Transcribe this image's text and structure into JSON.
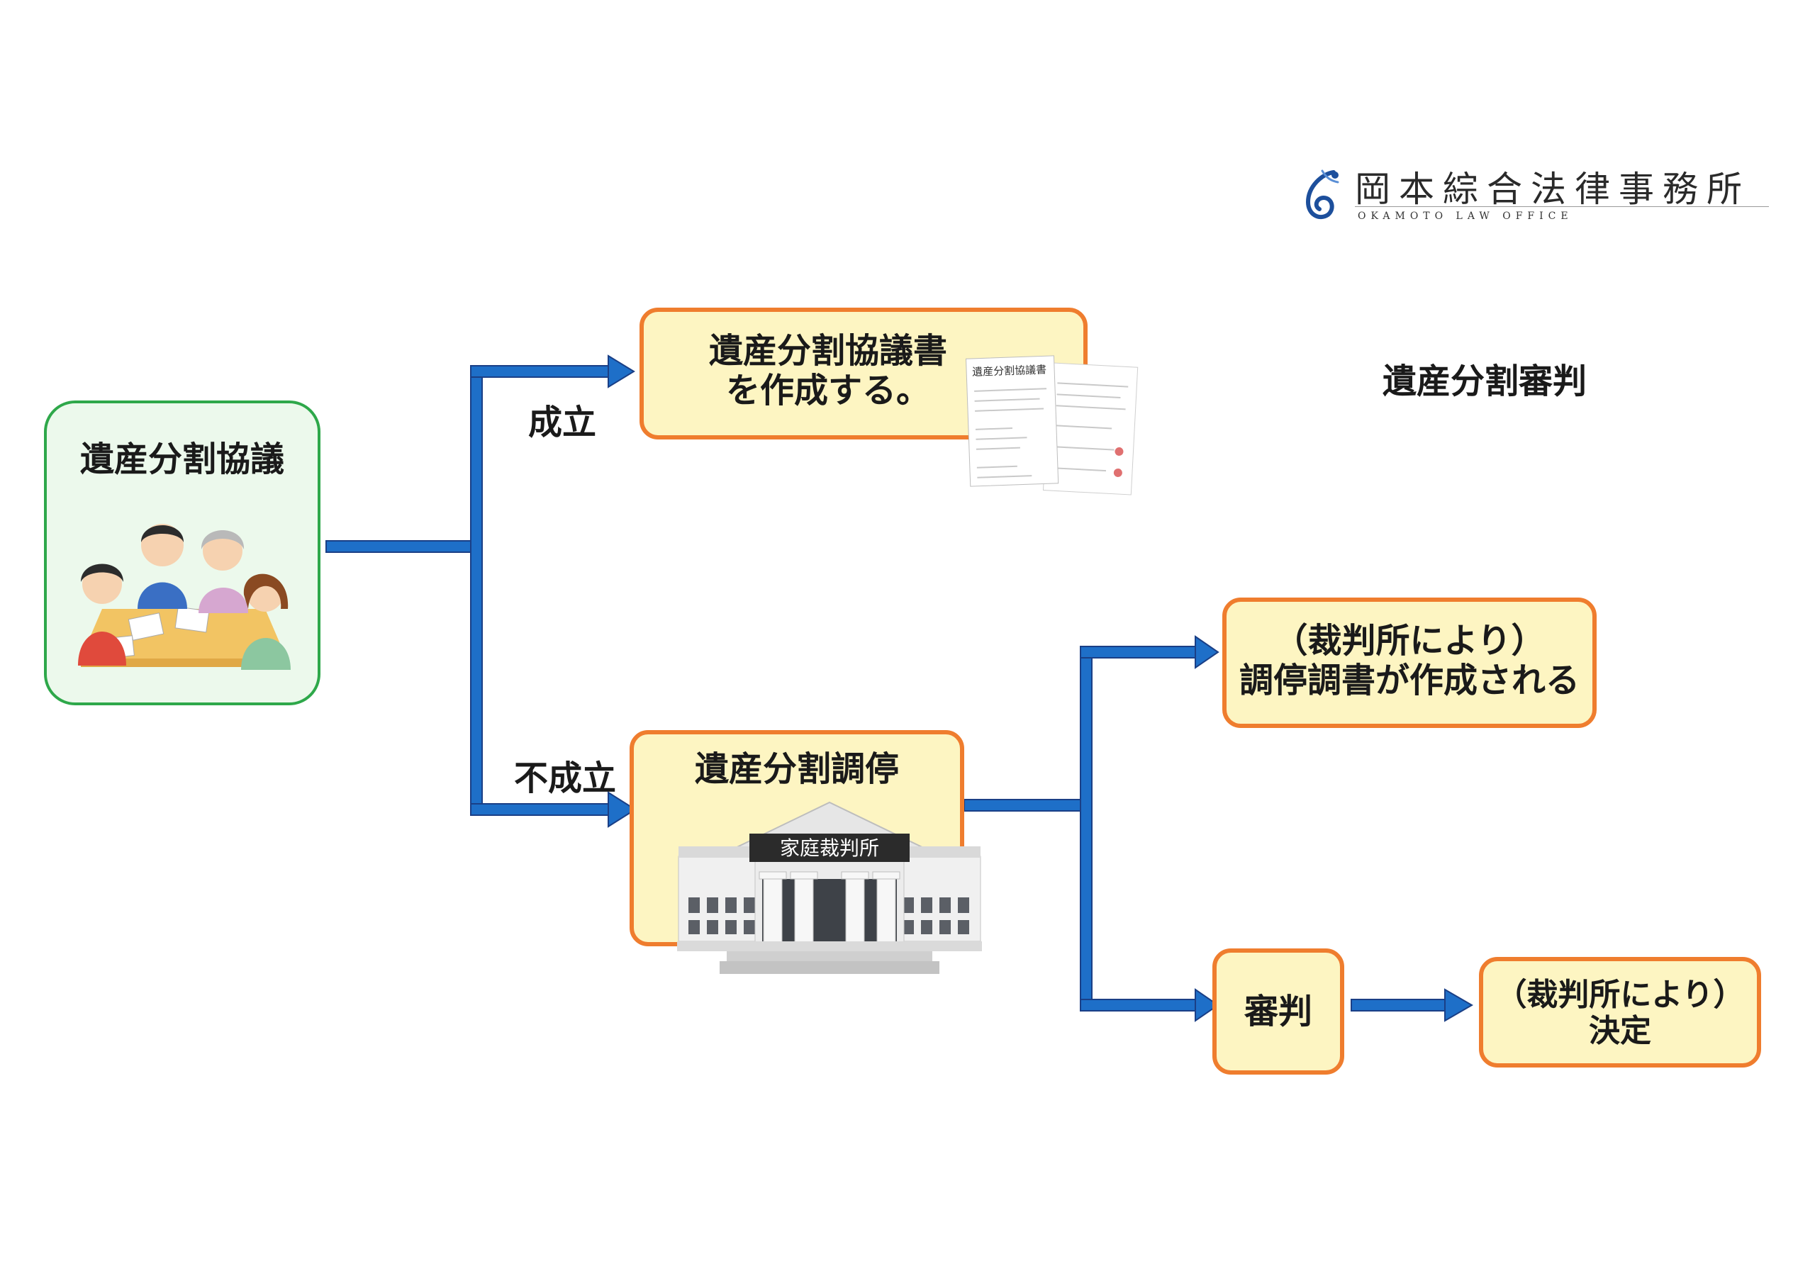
{
  "logo": {
    "name": "岡本綜合法律事務所",
    "subtitle": "OKAMOTO LAW OFFICE"
  },
  "nodes": {
    "kyogi": {
      "label": "遺産分割協議"
    },
    "kyogisho": {
      "label": "遺産分割協議書\nを作成する。"
    },
    "chotei": {
      "label": "遺産分割調停"
    },
    "court_sign": {
      "label": "家庭裁判所"
    },
    "choteisho": {
      "label": "（裁判所により）\n調停調書が作成される"
    },
    "shinpan": {
      "label": "審判"
    },
    "kettei": {
      "label": "（裁判所により）\n決定"
    }
  },
  "edge_labels": {
    "success": "成立",
    "failure": "不成立"
  },
  "heading_right": "遺産分割審判",
  "document_illustration": {
    "title": "遺産分割協議書"
  },
  "colors": {
    "connector": "#1e6fc8",
    "connector_edge": "#1a3f86",
    "box_border_orange": "#ef7d2e",
    "box_fill_yellow": "#fdf5c2",
    "box_border_green": "#2ea84a",
    "box_fill_green": "#ecf9ec"
  }
}
